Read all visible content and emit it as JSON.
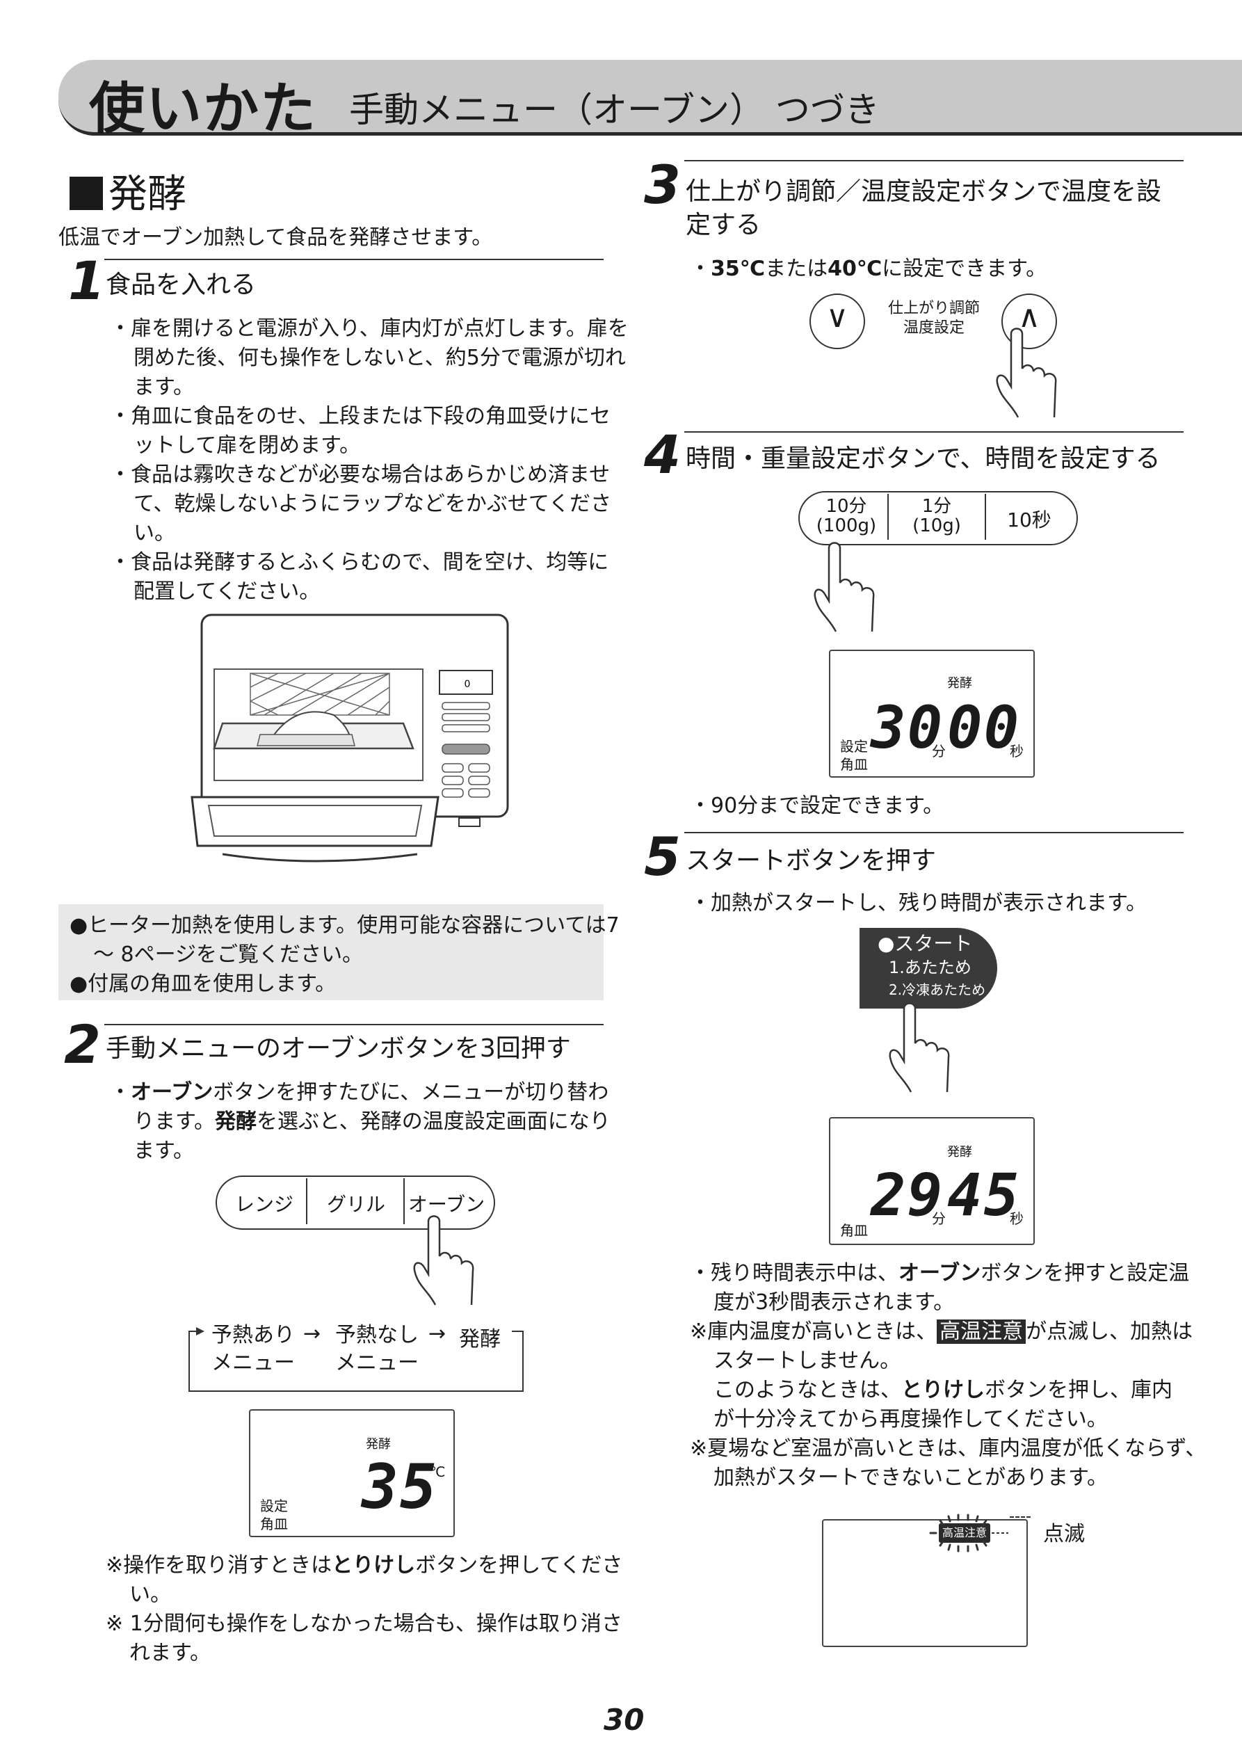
{
  "header": {
    "title": "使いかた",
    "subtitle": "手動メニュー（オーブン） つづき"
  },
  "section": {
    "title": "発酵",
    "intro": "低温でオーブン加熱して食品を発酵させます。"
  },
  "step1": {
    "num": "1",
    "title": "食品を入れる",
    "bullets": [
      "・扉を開けると電源が入り、庫内灯が点灯します。扉を閉めた後、何も操作をしないと、約5分で電源が切れます。",
      "・角皿に食品をのせ、上段または下段の角皿受けにセットして扉を閉めます。",
      "・食品は霧吹きなどが必要な場合はあらかじめ済ませて、乾燥しないようにラップなどをかぶせてください。",
      "・食品は発酵するとふくらむので、間を空け、均等に配置してください。"
    ],
    "oven_display": "0"
  },
  "notice_box": {
    "line1": "●ヒーター加熱を使用します。使用可能な容器については7 ～ 8ページをご覧ください。",
    "line2": "●付属の角皿を使用します。"
  },
  "step2": {
    "num": "2",
    "title": "手動メニューのオーブンボタンを3回押す",
    "bullet_prefix": "・",
    "bullet_bold1": "オーブン",
    "bullet_mid": "ボタンを押すたびに、メニューが切り替わります。",
    "bullet_bold2": "発酵",
    "bullet_end": "を選ぶと、発酵の温度設定画面になります。",
    "buttons": [
      "レンジ",
      "グリル",
      "オーブン"
    ],
    "flow": {
      "item1_top": "予熱あり",
      "item1_bottom": "メニュー",
      "arrow": "→",
      "item2_top": "予熱なし",
      "item2_bottom": "メニュー",
      "item3": "発酵"
    },
    "lcd": {
      "label": "発酵",
      "left_top": "設定",
      "left_bottom": "角皿",
      "digits": "35",
      "unit": "℃"
    },
    "note1_prefix": "※操作を取り消すときは",
    "note1_bold": "とりけし",
    "note1_suffix": "ボタンを押してください。",
    "note2": "※ 1分間何も操作をしなかった場合も、操作は取り消されます。"
  },
  "step3": {
    "num": "3",
    "title": "仕上がり調節／温度設定ボタンで温度を設定する",
    "bullet_prefix": "・",
    "bullet_bold1": "35℃",
    "bullet_mid": "または",
    "bullet_bold2": "40℃",
    "bullet_end": "に設定できます。",
    "btn_down": "∨",
    "btn_up": "∧",
    "btn_label_line1": "仕上がり調節",
    "btn_label_line2": "温度設定"
  },
  "step4": {
    "num": "4",
    "title": "時間・重量設定ボタンで、時間を設定する",
    "buttons": [
      {
        "top": "10分",
        "bottom": "(100g)"
      },
      {
        "top": "1分",
        "bottom": "(10g)"
      },
      {
        "top": "10秒",
        "bottom": ""
      }
    ],
    "lcd": {
      "label": "発酵",
      "left_top": "設定",
      "left_bottom": "角皿",
      "minutes": "30",
      "min_unit": "分",
      "seconds": "00",
      "sec_unit": "秒"
    },
    "bullet": "・90分まで設定できます。"
  },
  "step5": {
    "num": "5",
    "title": "スタートボタンを押す",
    "bullet": "・加熱がスタートし、残り時間が表示されます。",
    "start_btn": {
      "line1": "●スタート",
      "line2": "1.あたため",
      "line3": "2.冷凍あたため"
    },
    "lcd": {
      "label": "発酵",
      "left_bottom": "角皿",
      "minutes": "29",
      "min_unit": "分",
      "seconds": "45",
      "sec_unit": "秒"
    },
    "note1_prefix": "・残り時間表示中は、",
    "note1_bold": "オーブン",
    "note1_suffix": "ボタンを押すと設定温度が3秒間表示されます。",
    "note2_prefix": "※庫内温度が高いときは、",
    "note2_hl": "高温注意",
    "note2_suffix": "が点滅し、加熱はスタートしません。",
    "note2_cont_prefix": "このようなときは、",
    "note2_cont_bold": "とりけし",
    "note2_cont_suffix": "ボタンを押し、庫内が十分冷えてから再度操作してください。",
    "note3": "※夏場など室温が高いときは、庫内温度が低くならず、加熱がスタートできないことがあります。",
    "warning_lcd_label": "高温注意",
    "blink_label": "点滅"
  },
  "page_number": "30"
}
